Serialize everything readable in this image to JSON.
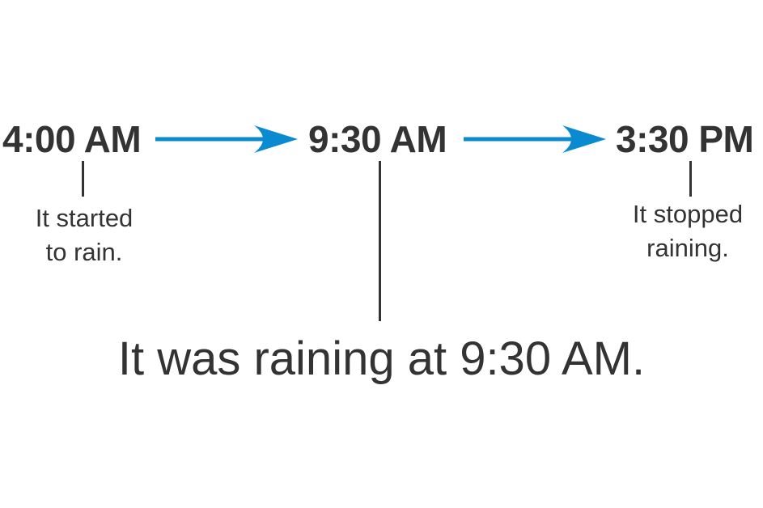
{
  "diagram": {
    "type": "timeline",
    "accent_color": "#0a8ad0",
    "text_color": "#333333",
    "events": [
      {
        "time": "4:00 AM",
        "note_line1": "It started",
        "note_line2": "to rain."
      },
      {
        "time": "9:30 AM"
      },
      {
        "time": "3:30 PM",
        "note_line1": "It stopped",
        "note_line2": "raining."
      }
    ],
    "arrows": [
      {
        "from": "4:00 AM",
        "to": "9:30 AM",
        "icon": "right-arrow-icon"
      },
      {
        "from": "9:30 AM",
        "to": "3:30 PM",
        "icon": "right-arrow-icon"
      }
    ],
    "summary": "It was raining at 9:30 AM."
  }
}
